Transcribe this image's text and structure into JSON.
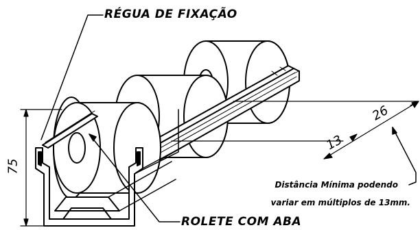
{
  "labels": {
    "fixing_rail": "RÉGUA DE FIXAÇÃO",
    "flanged_roller": "ROLETE COM ABA"
  },
  "dimensions": {
    "height": "75",
    "pitch_min": "13",
    "pitch_double": "26"
  },
  "note": {
    "line1": "Distância Mínima podendo",
    "line2": "variar em múltiplos de 13mm."
  },
  "colors": {
    "line": "#000000",
    "background": "#ffffff"
  }
}
